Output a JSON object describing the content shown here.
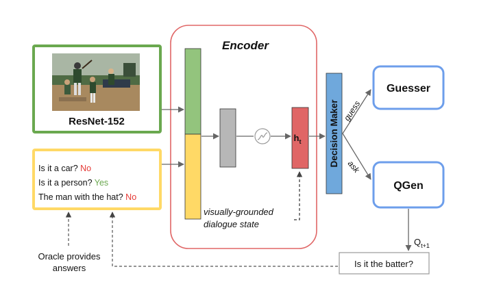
{
  "image_panel": {
    "label": "ResNet-152",
    "border_color": "#6aa84f"
  },
  "encoder": {
    "title": "Encoder",
    "state_label_line1": "visually-grounded",
    "state_label_line2": "dialogue state",
    "border_color": "#e06666"
  },
  "hidden_state": {
    "label": "h",
    "subscript": "t",
    "color": "#e06666"
  },
  "decision_maker": {
    "label": "Decision Maker",
    "color": "#6fa8dc"
  },
  "guesser": {
    "label": "Guesser"
  },
  "qgen": {
    "label": "QGen"
  },
  "edges": {
    "guess": "guess",
    "ask": "ask"
  },
  "dialogue": {
    "lines": [
      {
        "question": "Is it a car?",
        "answer": "No",
        "answer_color": "#e53935"
      },
      {
        "question": "Is it a person?",
        "answer": "Yes",
        "answer_color": "#6aa84f"
      },
      {
        "question": "The man with the hat?",
        "answer": "No",
        "answer_color": "#e53935"
      }
    ],
    "border_color": "#ffd966"
  },
  "oracle": {
    "line1": "Oracle provides",
    "line2": "answers"
  },
  "question_out": {
    "label": "Q",
    "subscript": "t+1",
    "question": "Is it the batter?"
  },
  "colors": {
    "green": "#93c47d",
    "yellow": "#ffd966",
    "grey_block": "#b7b7b7",
    "node_border": "#6d9eeb"
  }
}
